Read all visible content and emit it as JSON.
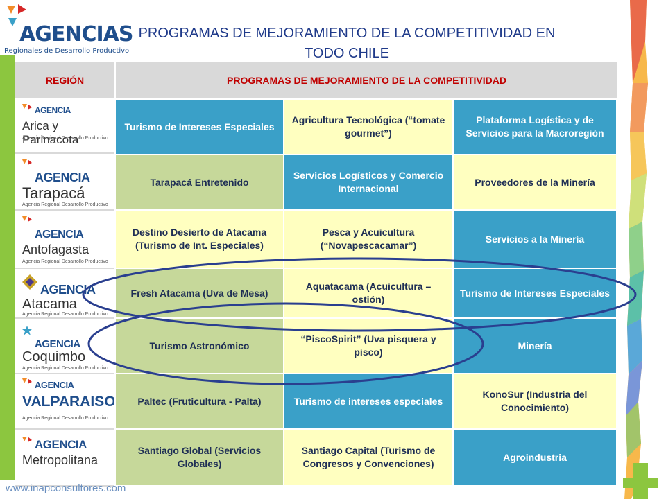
{
  "logo": {
    "brand": "AGENCIAS",
    "subtitle": "Regionales de Desarrollo Productivo"
  },
  "title": "PROGRAMAS DE MEJORAMIENTO DE LA COMPETITIVIDAD EN TODO CHILE",
  "table": {
    "header_region": "REGIÓN",
    "header_programs": "PROGRAMAS DE MEJORAMIENTO DE LA COMPETITIVIDAD",
    "rows": [
      {
        "agency_word": "AGENCIA",
        "region": "Arica y Parinacota",
        "tagline": "Agencia Regional Desarrollo Productivo",
        "p1": "Turismo de Intereses Especiales",
        "p2": "Agricultura Tecnológica (“tomate gourmet”)",
        "p3": "Plataforma Logística y de Servicios para la Macroregión"
      },
      {
        "agency_word": "AGENCIA",
        "region": "Tarapacá",
        "tagline": "Agencia Regional Desarrollo Productivo",
        "p1": "Tarapacá Entretenido",
        "p2": "Servicios Logísticos y Comercio Internacional",
        "p3": "Proveedores de la Minería"
      },
      {
        "agency_word": "AGENCIA",
        "region": "Antofagasta",
        "tagline": "Agencia Regional Desarrollo Productivo",
        "p1": "Destino Desierto de Atacama (Turismo de Int. Especiales)",
        "p2": "Pesca y Acuicultura (“Novapescacamar”)",
        "p3": "Servicios a la Minería"
      },
      {
        "agency_word": "AGENCIA",
        "region": "Atacama",
        "tagline": "Agencia Regional Desarrollo Productivo",
        "p1": "Fresh Atacama (Uva de Mesa)",
        "p2": "Aquatacama (Acuicultura – ostión)",
        "p3": "Turismo de Intereses Especiales"
      },
      {
        "agency_word": "AGENCIA",
        "region": "Coquimbo",
        "tagline": "Agencia Regional Desarrollo Productivo",
        "p1": "Turismo Astronómico",
        "p2": "“PiscoSpirit” (Uva pisquera y pisco)",
        "p3": "Minería"
      },
      {
        "agency_word": "AGENCIA",
        "region": "VALPARAISO",
        "tagline": "Agencia Regional Desarrollo Productivo",
        "p1": "Paltec (Fruticultura - Palta)",
        "p2": "Turismo de intereses especiales",
        "p3": "KonoSur (Industria del Conocimiento)"
      },
      {
        "agency_word": "AGENCIA",
        "region": "Metropolitana",
        "tagline": "",
        "p1": "Santiago Global (Servicios Globales)",
        "p2": "Santiago Capital (Turismo de Congresos y Convenciones)",
        "p3": "Agroindustria"
      }
    ]
  },
  "footer": "www.inapconsultores.com",
  "colors": {
    "blue": "#3aa0c8",
    "green": "#c6d89a",
    "yellow": "#ffffc0",
    "header_text": "#c00000",
    "title": "#1f3a8a"
  },
  "icons": [
    "agencias-flag-icon",
    "chile-map-icon"
  ]
}
